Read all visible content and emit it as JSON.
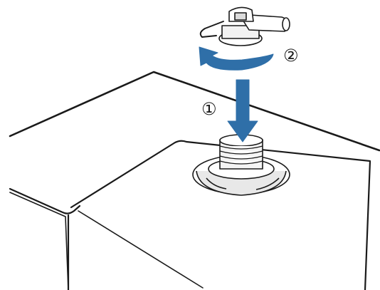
{
  "steps": [
    {
      "label": "①",
      "action": "press-down"
    },
    {
      "label": "②",
      "action": "rotate"
    }
  ],
  "colors": {
    "arrow": "#2f6fa8",
    "line": "#1a1a1a",
    "background": "#ffffff"
  },
  "icons": {
    "press_arrow": "down-arrow-icon",
    "rotate_arrow": "curved-arrow-icon",
    "spout": "spout-cap-icon",
    "neck": "threaded-neck-icon"
  }
}
